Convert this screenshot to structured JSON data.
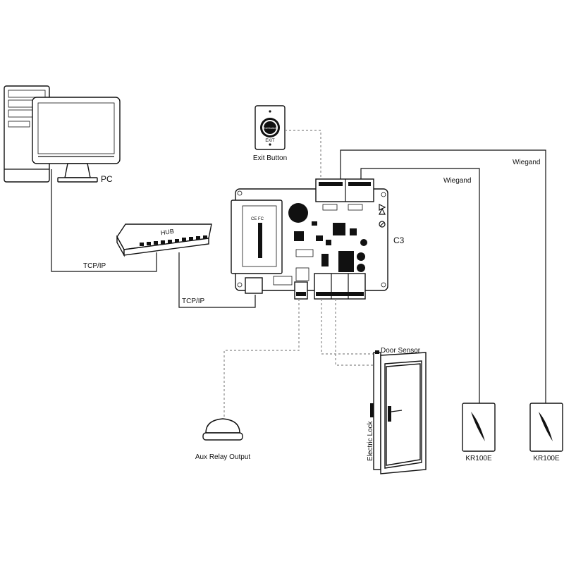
{
  "labels": {
    "pc": "PC",
    "exit_button": "Exit Button",
    "exit_plate": "EXIT",
    "exit_cap": "ExitSwitch",
    "hub": "HUB",
    "tcpip_1": "TCP/IP",
    "tcpip_2": "TCP/IP",
    "controller": "C3",
    "wiegand_1": "Wiegand",
    "wiegand_2": "Wiegand",
    "door_sensor": "Door Sensor",
    "electric_lock": "Electric Lock",
    "aux_relay": "Aux Relay Output",
    "reader_1": "KR100E",
    "reader_2": "KR100E"
  },
  "colors": {
    "line": "#111111",
    "dashed_line": "#888888",
    "background": "#ffffff"
  },
  "icons": [
    "pc-tower-icon",
    "monitor-icon",
    "hub-icon",
    "exit-button-icon",
    "controller-board-icon",
    "reader-icon",
    "door-icon",
    "siren-icon"
  ]
}
